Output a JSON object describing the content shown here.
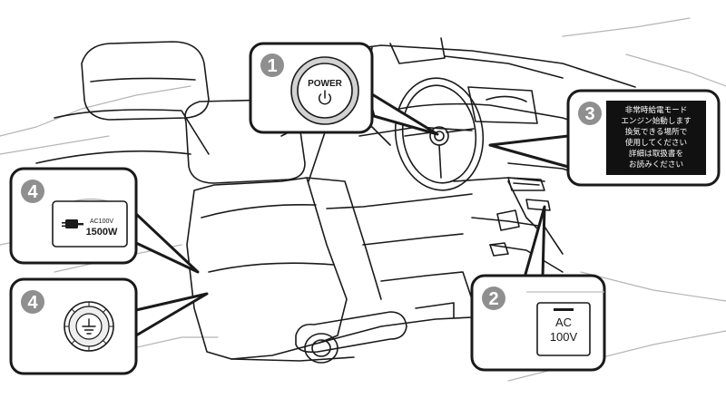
{
  "callouts": {
    "power": {
      "number": "1",
      "label": "POWER"
    },
    "switch": {
      "number": "2",
      "line1": "AC",
      "line2": "100V"
    },
    "display": {
      "number": "3",
      "lines": [
        "非常時給電モード",
        "エンジン始動します",
        "換気できる場所で",
        "使用してください",
        "詳細は取扱書を",
        "お読みください"
      ]
    },
    "outlet_label": {
      "number": "4",
      "line1": "AC100V",
      "line2": "1500W"
    },
    "outlet": {
      "number": "4"
    }
  },
  "colors": {
    "badge": "#8f8f8f",
    "display_bg": "#111111",
    "display_text": "#ffffff",
    "line": "#1a1a1a"
  },
  "icons": [
    "power-symbol-icon",
    "plug-icon",
    "ground-symbol-icon"
  ]
}
